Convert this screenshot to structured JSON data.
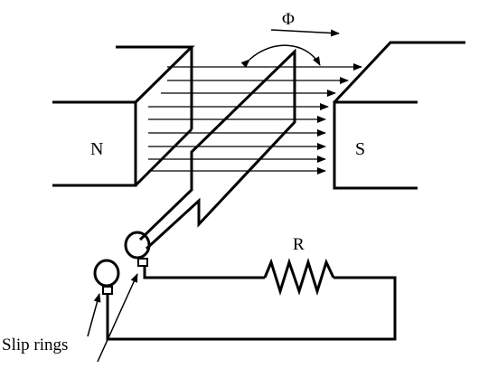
{
  "labels": {
    "north_pole": "N",
    "south_pole": "S",
    "flux": "Φ",
    "resistor": "R",
    "slip_rings": "Slip rings"
  },
  "colors": {
    "stroke": "#000000",
    "background": "#ffffff"
  }
}
